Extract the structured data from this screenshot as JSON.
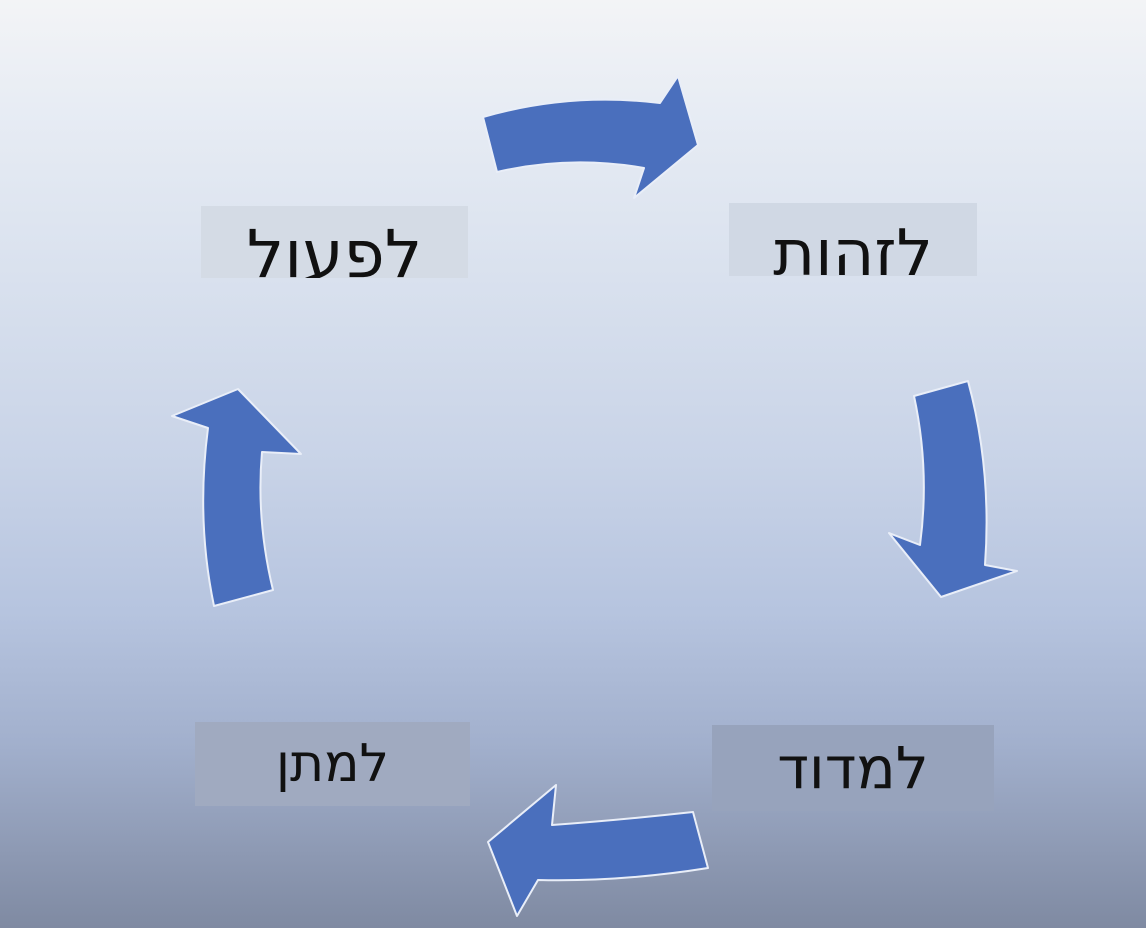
{
  "diagram": {
    "type": "cycle",
    "arrow_color": "#4a6fbd",
    "arrow_direction": "clockwise",
    "steps": [
      {
        "id": "identify",
        "label": "לזהות"
      },
      {
        "id": "measure",
        "label": "למדוד"
      },
      {
        "id": "give",
        "label": "למתן"
      },
      {
        "id": "act",
        "label": "לפעול"
      }
    ]
  }
}
